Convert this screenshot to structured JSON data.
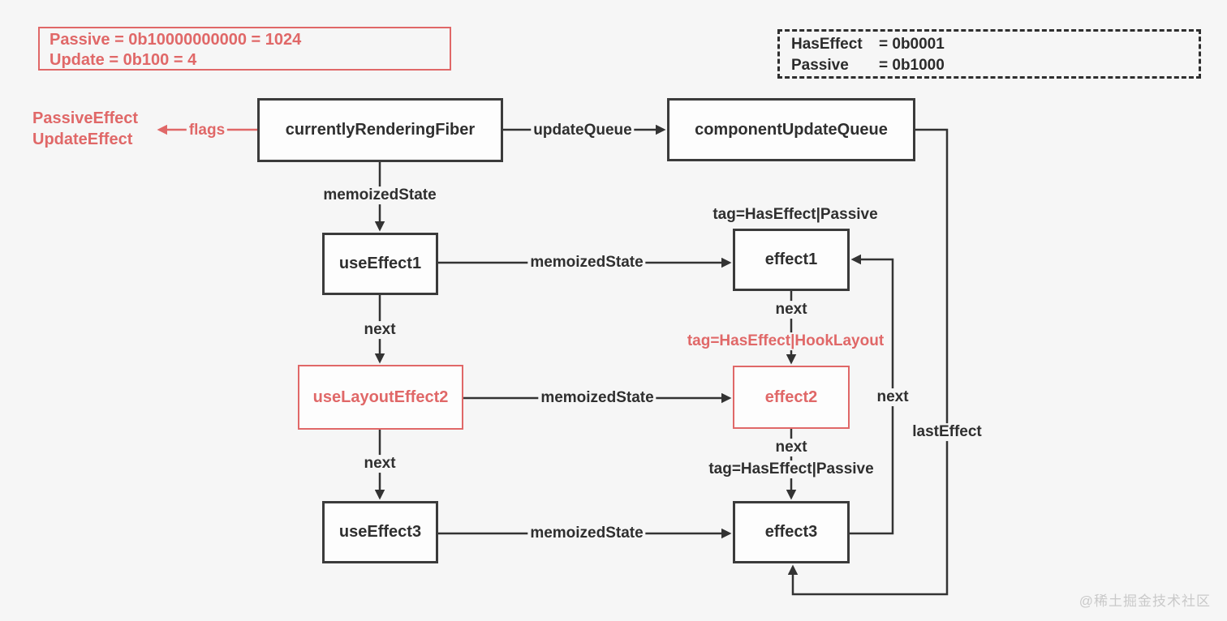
{
  "colors": {
    "accent": "#e06868",
    "line": "#333333",
    "background": "#f6f6f6"
  },
  "legend_flags": {
    "line1": "Passive = 0b10000000000 = 1024",
    "line2": "Update = 0b100 = 4"
  },
  "legend_tags": {
    "rows": [
      {
        "name": "HasEffect",
        "value": "= 0b0001"
      },
      {
        "name": "Passive",
        "value": "= 0b1000"
      }
    ]
  },
  "fiber_flags": {
    "line1": "PassiveEffect",
    "line2": "UpdateEffect"
  },
  "nodes": {
    "currentlyRenderingFiber": "currentlyRenderingFiber",
    "componentUpdateQueue": "componentUpdateQueue",
    "useEffect1": "useEffect1",
    "useLayoutEffect2": "useLayoutEffect2",
    "useEffect3": "useEffect3",
    "effect1": "effect1",
    "effect2": "effect2",
    "effect3": "effect3"
  },
  "edge_labels": {
    "flags": "flags",
    "updateQueue": "updateQueue",
    "memoizedState": "memoizedState",
    "next": "next",
    "lastEffect": "lastEffect",
    "tag_passive": "tag=HasEffect|Passive",
    "tag_hook_layout": "tag=HasEffect|HookLayout"
  },
  "watermark": "@稀土掘金技术社区"
}
